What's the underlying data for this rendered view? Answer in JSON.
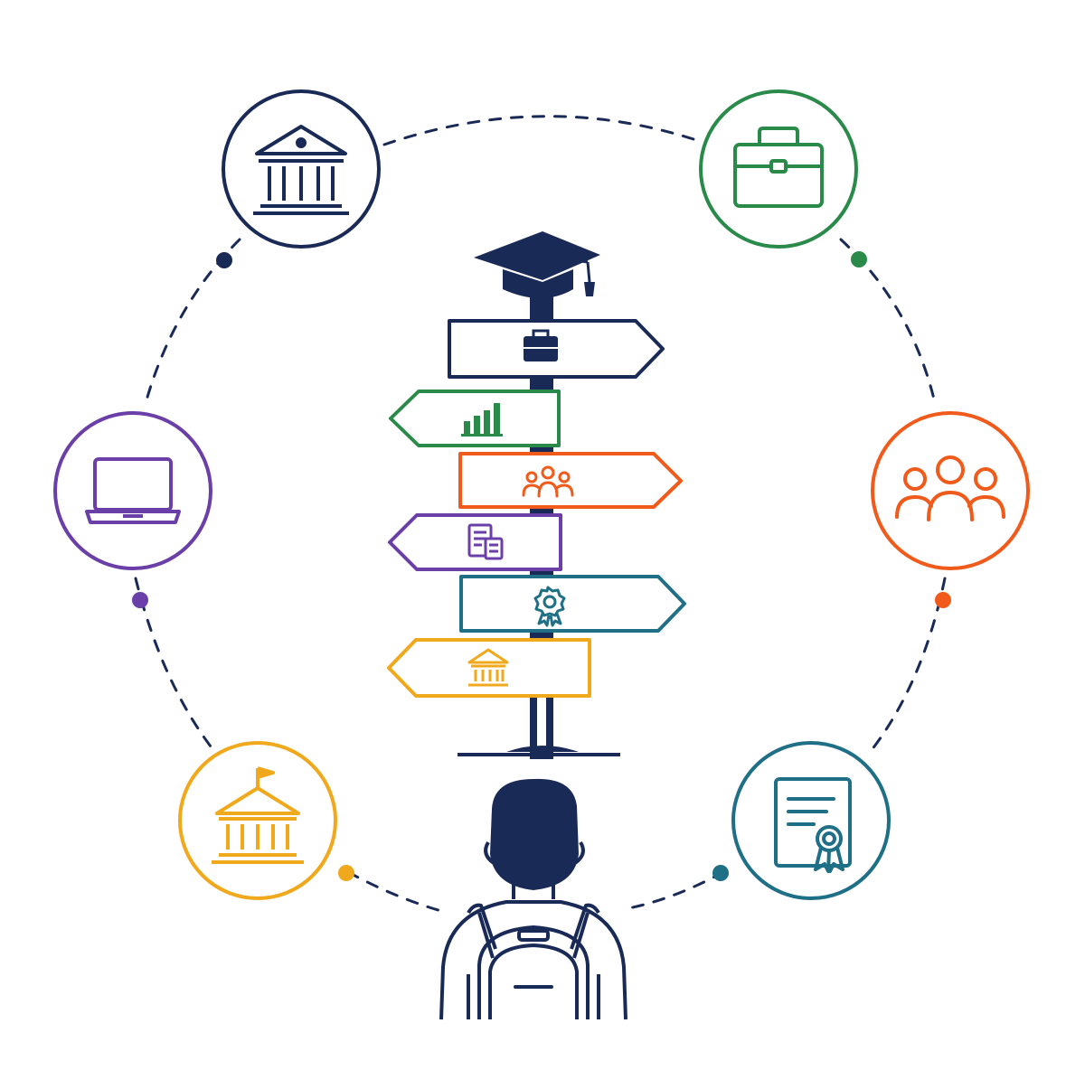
{
  "colors": {
    "navy": "#1a2a57",
    "green": "#2a8a4a",
    "orange": "#f05a1a",
    "purple": "#6b3fa8",
    "teal": "#1f6f86",
    "yellow": "#f0a81c",
    "background": "#ffffff"
  },
  "nodes": [
    {
      "id": "university",
      "icon": "university-building-icon",
      "color": "navy"
    },
    {
      "id": "career",
      "icon": "briefcase-icon",
      "color": "green"
    },
    {
      "id": "online-learning",
      "icon": "laptop-icon",
      "color": "purple"
    },
    {
      "id": "community",
      "icon": "people-group-icon",
      "color": "orange"
    },
    {
      "id": "government",
      "icon": "government-building-flag-icon",
      "color": "yellow"
    },
    {
      "id": "certification",
      "icon": "certificate-icon",
      "color": "teal"
    }
  ],
  "signpost": {
    "top_icon": "graduation-cap-icon",
    "signs": [
      {
        "icon": "briefcase-icon",
        "color": "navy",
        "direction": "right"
      },
      {
        "icon": "bar-chart-icon",
        "color": "green",
        "direction": "left"
      },
      {
        "icon": "people-group-icon",
        "color": "orange",
        "direction": "right"
      },
      {
        "icon": "calculator-document-icon",
        "color": "purple",
        "direction": "left"
      },
      {
        "icon": "award-badge-icon",
        "color": "teal",
        "direction": "right"
      },
      {
        "icon": "university-building-icon",
        "color": "yellow",
        "direction": "left"
      }
    ]
  },
  "figure": {
    "icon": "student-with-backpack-icon",
    "color": "navy"
  }
}
